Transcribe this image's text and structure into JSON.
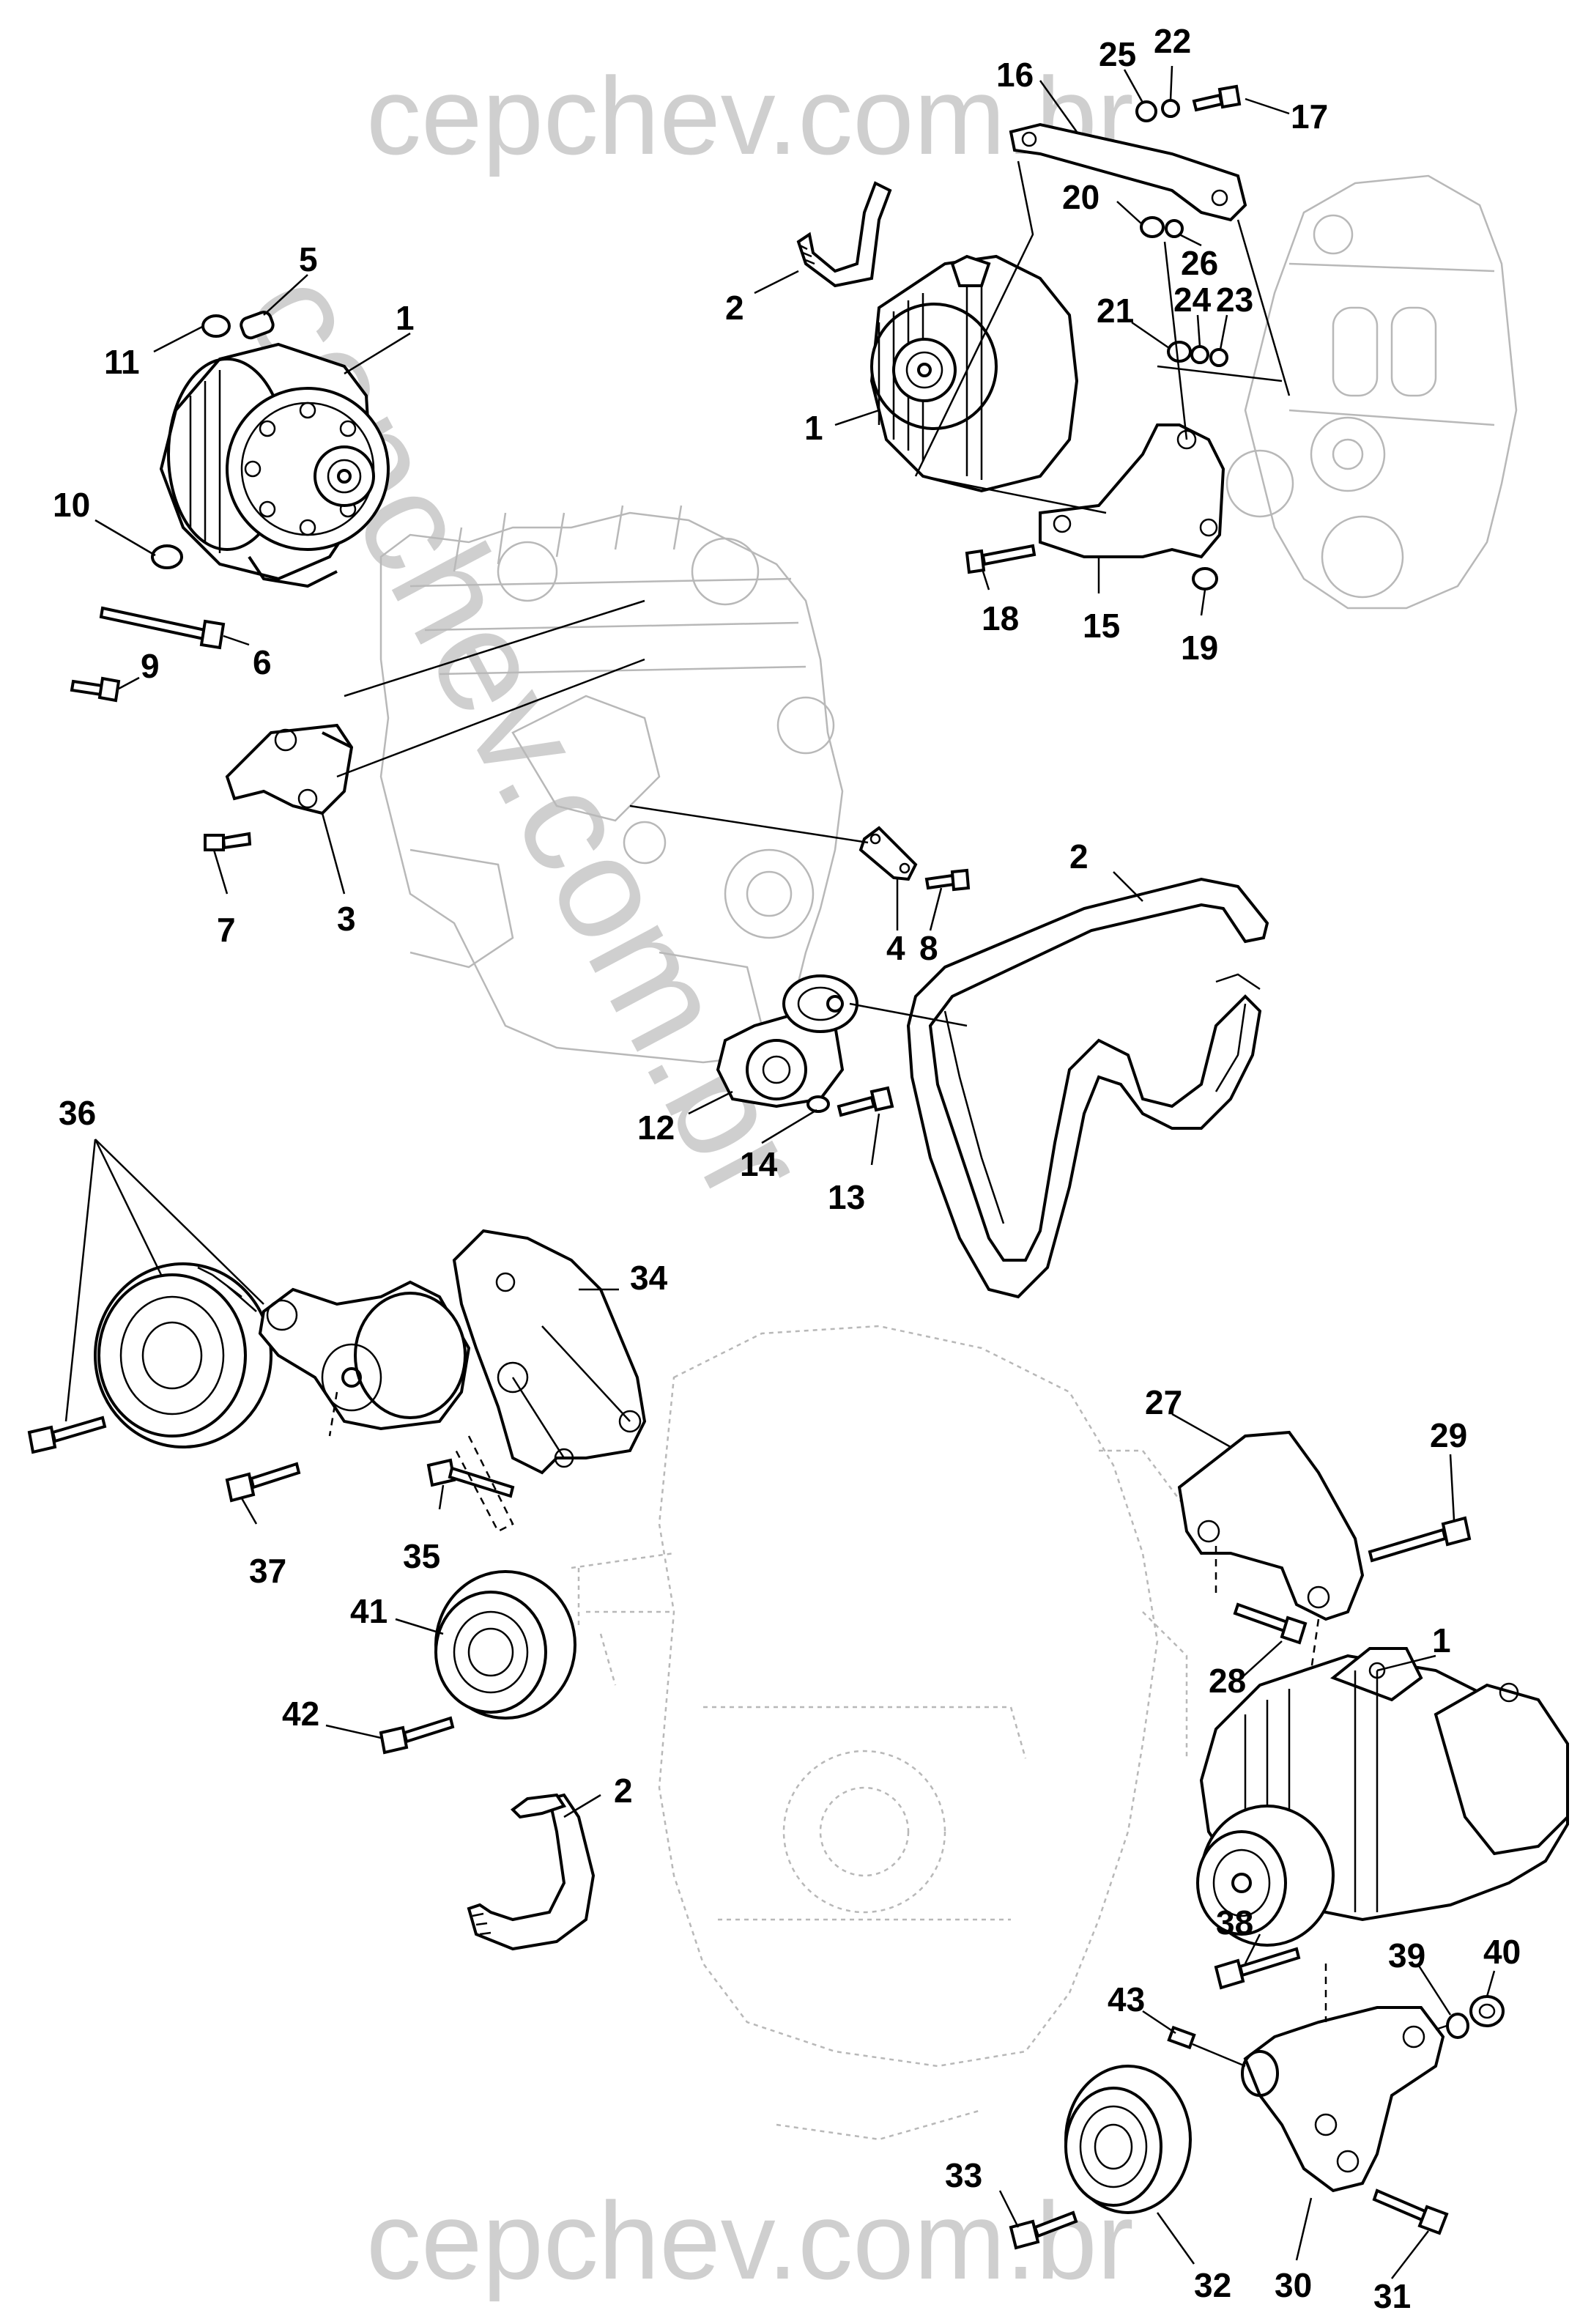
{
  "watermark": {
    "text_top": "cepchev.com.br",
    "text_diagonal": "cepchev.com.br",
    "text_bottom": "cepchev.com.br",
    "color": "#cfcfcf"
  },
  "labels": [
    {
      "id": "top-right-16",
      "text": "16"
    },
    {
      "id": "top-right-25",
      "text": "25"
    },
    {
      "id": "top-right-22",
      "text": "22"
    },
    {
      "id": "top-right-17",
      "text": "17"
    },
    {
      "id": "top-right-20",
      "text": "20"
    },
    {
      "id": "top-right-26",
      "text": "26"
    },
    {
      "id": "top-right-21",
      "text": "21"
    },
    {
      "id": "top-right-24",
      "text": "24"
    },
    {
      "id": "top-right-23",
      "text": "23"
    },
    {
      "id": "top-right-2",
      "text": "2"
    },
    {
      "id": "top-right-1",
      "text": "1"
    },
    {
      "id": "top-right-18",
      "text": "18"
    },
    {
      "id": "top-right-15",
      "text": "15"
    },
    {
      "id": "top-right-19",
      "text": "19"
    },
    {
      "id": "top-left-5",
      "text": "5"
    },
    {
      "id": "top-left-11",
      "text": "11"
    },
    {
      "id": "top-left-1",
      "text": "1"
    },
    {
      "id": "top-left-10",
      "text": "10"
    },
    {
      "id": "top-left-6",
      "text": "6"
    },
    {
      "id": "top-left-9",
      "text": "9"
    },
    {
      "id": "mid-7",
      "text": "7"
    },
    {
      "id": "mid-3",
      "text": "3"
    },
    {
      "id": "mid-4",
      "text": "4"
    },
    {
      "id": "mid-8",
      "text": "8"
    },
    {
      "id": "mid-2",
      "text": "2"
    },
    {
      "id": "mid-12",
      "text": "12"
    },
    {
      "id": "mid-14",
      "text": "14"
    },
    {
      "id": "mid-13",
      "text": "13"
    },
    {
      "id": "left-36",
      "text": "36"
    },
    {
      "id": "left-34",
      "text": "34"
    },
    {
      "id": "left-37",
      "text": "37"
    },
    {
      "id": "left-35",
      "text": "35"
    },
    {
      "id": "left-41",
      "text": "41"
    },
    {
      "id": "left-42",
      "text": "42"
    },
    {
      "id": "left-2",
      "text": "2"
    },
    {
      "id": "bottom-right-27",
      "text": "27"
    },
    {
      "id": "bottom-right-29",
      "text": "29"
    },
    {
      "id": "bottom-right-1",
      "text": "1"
    },
    {
      "id": "bottom-right-28",
      "text": "28"
    },
    {
      "id": "bottom-right-38",
      "text": "38"
    },
    {
      "id": "bottom-right-39",
      "text": "39"
    },
    {
      "id": "bottom-right-40",
      "text": "40"
    },
    {
      "id": "bottom-right-43",
      "text": "43"
    },
    {
      "id": "bottom-right-33",
      "text": "33"
    },
    {
      "id": "bottom-right-32",
      "text": "32"
    },
    {
      "id": "bottom-right-30",
      "text": "30"
    },
    {
      "id": "bottom-right-31",
      "text": "31"
    }
  ]
}
